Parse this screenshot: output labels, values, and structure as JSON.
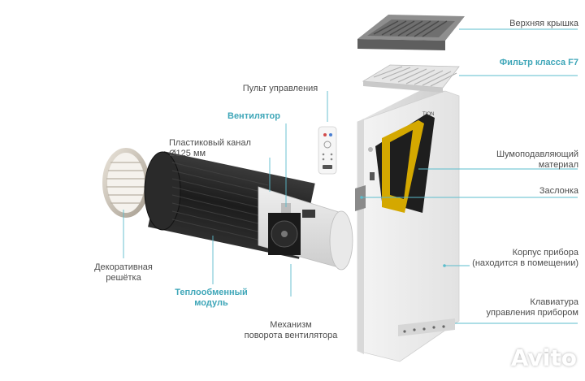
{
  "labels": {
    "top_cover": "Верхняя крышка",
    "filter": "Фильтр класса F7",
    "remote": "Пульт управления",
    "fan": "Вентилятор",
    "plastic_channel_1": "Пластиковый канал",
    "plastic_channel_2": "Ø125 мм",
    "noise_1": "Шумоподавляющий",
    "noise_2": "материал",
    "damper": "Заслонка",
    "grille_1": "Декоративная",
    "grille_2": "решётка",
    "heat_exchanger_1": "Теплообменный",
    "heat_exchanger_2": "модуль",
    "housing_1": "Корпус прибора",
    "housing_2": "(находится в помещении)",
    "keypad_1": "Клавиатура",
    "keypad_2": "управления прибором",
    "mechanism_1": "Механизм",
    "mechanism_2": "поворота вентилятора"
  },
  "device_logo": "TION",
  "watermark": "Avito",
  "colors": {
    "accent": "#3ea6b8",
    "leader": "#5bbccc",
    "text": "#4d4d4d",
    "foam": "#d4a800"
  }
}
